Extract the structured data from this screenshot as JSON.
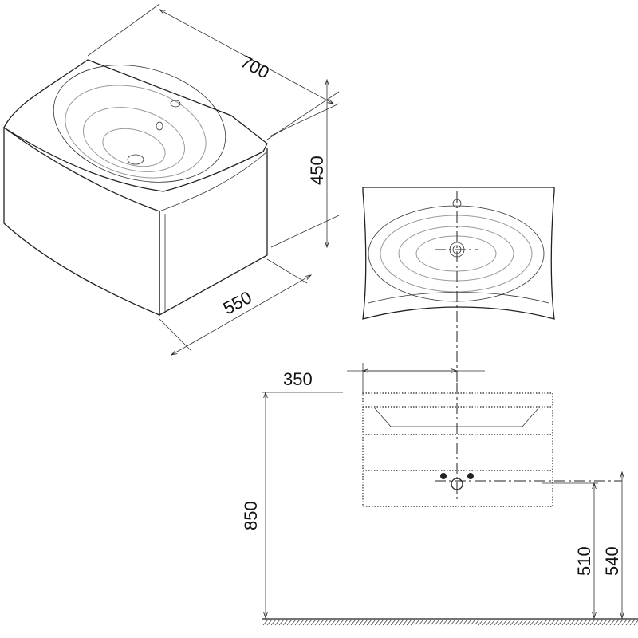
{
  "dimensions": {
    "width_700": "700",
    "height_450": "450",
    "depth_550": "550",
    "offset_350": "350",
    "mount_850": "850",
    "drain_510": "510",
    "drain_540": "540"
  },
  "colors": {
    "line": "#222222",
    "shade": "#999999"
  }
}
